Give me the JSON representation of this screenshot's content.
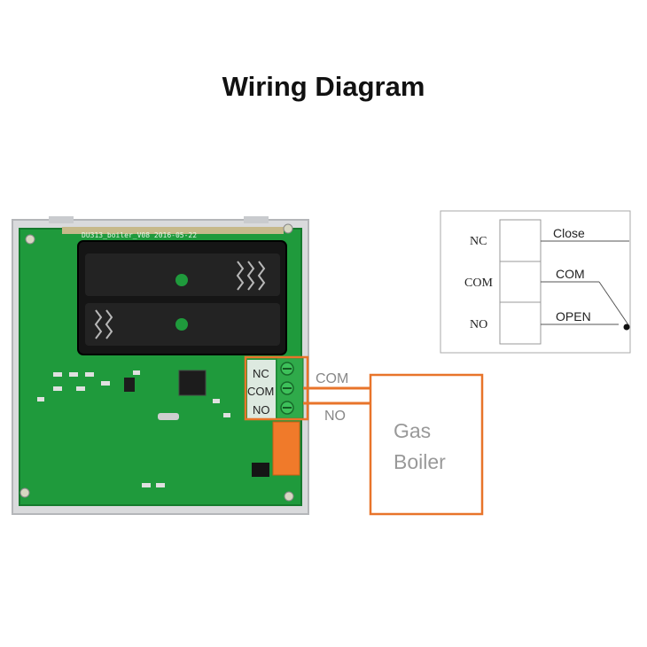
{
  "title": "Wiring Diagram",
  "pcb": {
    "silkscreen": "DU313_boiler_V08  2016-05-22",
    "terminal_labels": [
      "NC",
      "COM",
      "NO"
    ]
  },
  "wires": {
    "com_label": "COM",
    "no_label": "NO"
  },
  "boiler": {
    "line1": "Gas",
    "line2": "Boiler"
  },
  "schematic": {
    "left_labels": [
      "NC",
      "COM",
      "NO"
    ],
    "right_labels": [
      "Close",
      "COM",
      "OPEN"
    ]
  },
  "colors": {
    "pcb_green": "#1f9a3c",
    "wire_orange": "#e8742a",
    "terminal_green": "#2faa4a"
  }
}
